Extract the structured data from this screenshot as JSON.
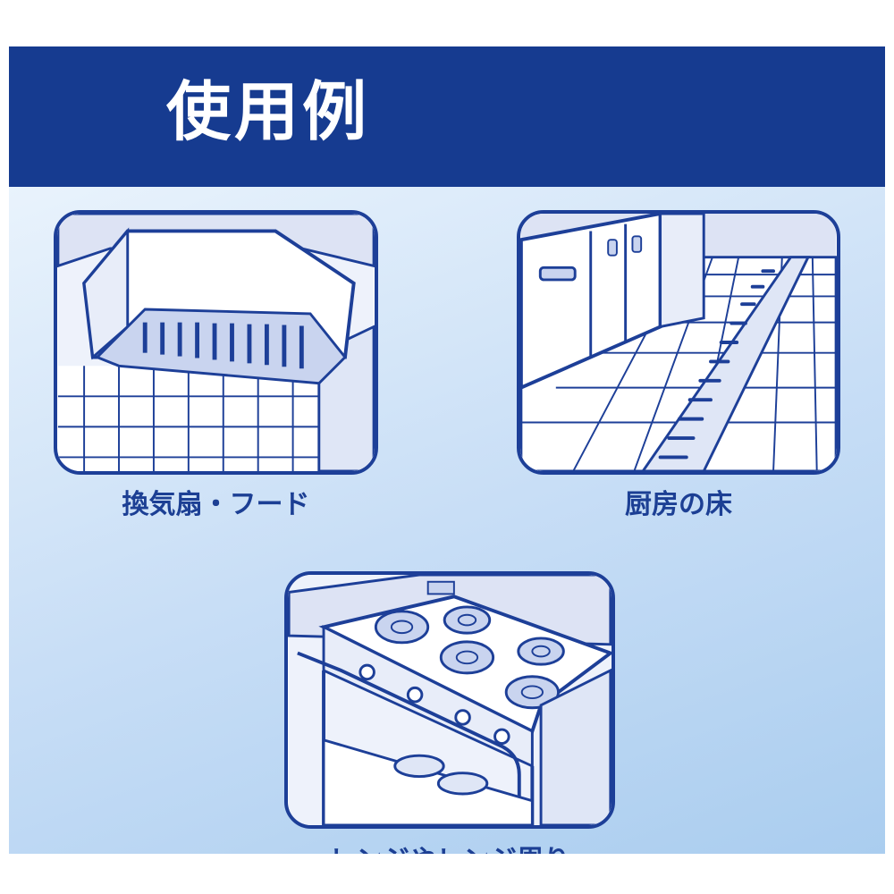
{
  "header": {
    "title": "使用例"
  },
  "examples": [
    {
      "caption": "換気扇・フード",
      "illustration": "range-hood-icon"
    },
    {
      "caption": "厨房の床",
      "illustration": "kitchen-floor-icon"
    },
    {
      "caption": "レンジやレンジ周り",
      "illustration": "gas-range-icon"
    }
  ],
  "colors": {
    "header_bg": "#163b90",
    "panel_gradient": [
      "#e9f3fc",
      "#aacdef"
    ],
    "outline": "#1d3f98",
    "caption_text": "#1c3f94"
  }
}
